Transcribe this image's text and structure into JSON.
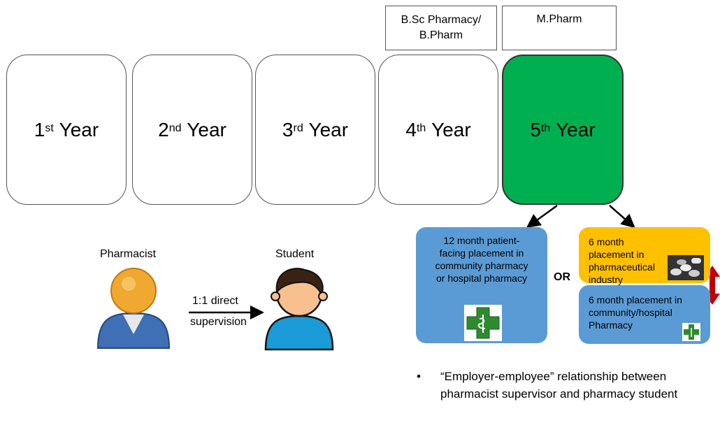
{
  "degrees": {
    "bachelor": "B.Sc Pharmacy/\nB.Pharm",
    "master": "M.Pharm"
  },
  "years": [
    {
      "num": "1",
      "sup": "st",
      "word": "Year"
    },
    {
      "num": "2",
      "sup": "nd",
      "word": "Year"
    },
    {
      "num": "3",
      "sup": "rd",
      "word": "Year"
    },
    {
      "num": "4",
      "sup": "th",
      "word": "Year"
    },
    {
      "num": "5",
      "sup": "th",
      "word": "Year"
    }
  ],
  "supervision": {
    "pharmacist_label": "Pharmacist",
    "student_label": "Student",
    "arrow_label_1": "1:1 direct",
    "arrow_label_2": "supervision"
  },
  "placements": {
    "option_a": "12 month patient-facing placement in community pharmacy or hospital pharmacy",
    "or_label": "OR",
    "option_b_industry": "6 month placement in pharmaceutical industry",
    "option_b_pharmacy": "6 month placement in community/hospital Pharmacy"
  },
  "note": "“Employer-employee” relationship between pharmacist supervisor and pharmacy student",
  "colors": {
    "active_year": "#00b050",
    "placement_blue": "#5b9bd5",
    "placement_gold": "#ffc000",
    "swap_arrow": "#c00000"
  }
}
